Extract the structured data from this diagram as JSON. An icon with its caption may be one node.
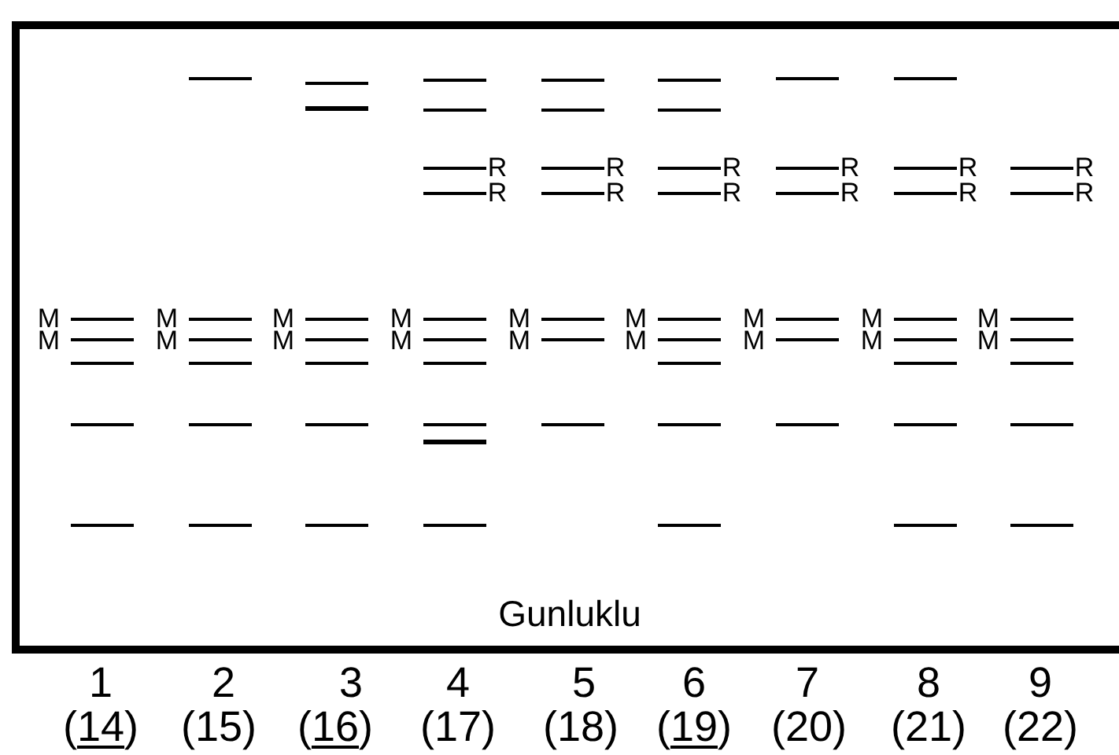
{
  "diagram": {
    "labels": [
      "R",
      "R",
      "R",
      "R",
      "R",
      "R",
      "R",
      "R",
      "R",
      "R",
      "R",
      "R",
      "M",
      "M",
      "M",
      "M",
      "M",
      "M",
      "M",
      "M",
      "M",
      "M",
      "M",
      "M",
      "M",
      "M",
      "M",
      "M",
      "M",
      "M",
      "Gunluklu",
      "1",
      "2",
      "3",
      "4",
      "5",
      "6",
      "7",
      "8",
      "9",
      "(14)",
      "(15)",
      "(16)",
      "(17)",
      "(18)",
      "(19)",
      "(20)",
      "(21)",
      "(22)"
    ]
  }
}
